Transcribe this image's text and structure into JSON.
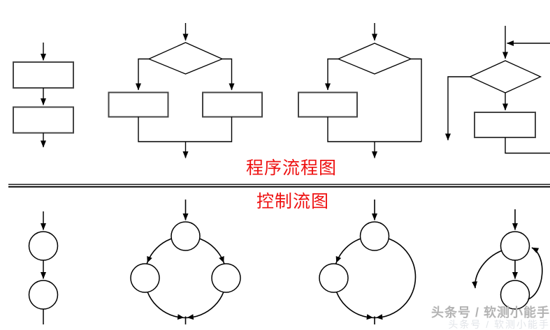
{
  "titles": {
    "program_flowchart": "程序流程图",
    "control_flow_graph": "控制流图"
  },
  "watermark": {
    "text": "头条号 / 软测小能手",
    "faint_text": "头条号 / 软测小能手"
  },
  "colors": {
    "title_red": "#ee1111",
    "diagram_line": "#000000",
    "box_border": "#444444",
    "watermark_gray": "#b3b3b3",
    "background": "#ffffff"
  },
  "figure": {
    "top_section": "program flowcharts (four basic structures, empty shapes, no labels)",
    "bottom_section": "control flow graphs corresponding to each flowchart",
    "columns": [
      {
        "flowchart": "sequence: two process rectangles connected top-to-bottom by arrows",
        "control_flow_graph": "two circle nodes in a vertical chain"
      },
      {
        "flowchart": "if-else: decision diamond branching left and right to two process rectangles that merge below",
        "control_flow_graph": "top node branching to two nodes whose edges merge at a bottom point"
      },
      {
        "flowchart": "if-then: decision diamond with one process rectangle on the left branch and a bypass edge on the right",
        "control_flow_graph": "top node with one branch node on the left and a bypass edge on the right merging below"
      },
      {
        "flowchart": "loop: entry arrow with feedback edge into a decision diamond, process rectangle below feeding back, exit arrow on the left",
        "control_flow_graph": "two nodes with a right-side back edge and a left-side exit edge"
      }
    ]
  }
}
